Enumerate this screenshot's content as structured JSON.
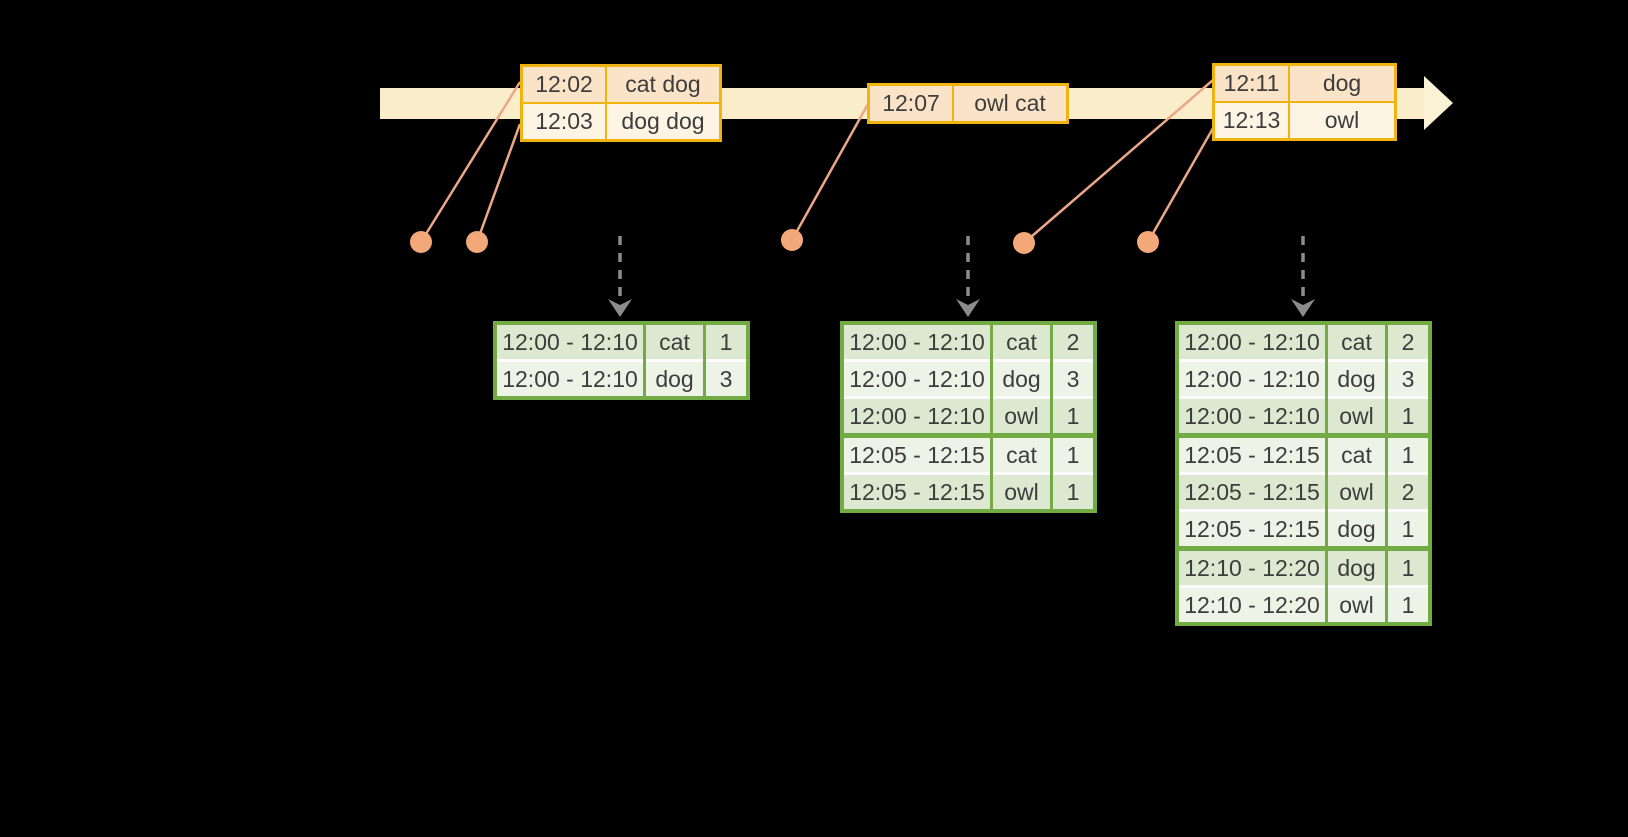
{
  "diagram": {
    "timeline": {
      "event_tables": [
        {
          "rows": [
            [
              "12:02",
              "cat dog"
            ],
            [
              "12:03",
              "dog dog"
            ]
          ]
        },
        {
          "rows": [
            [
              "12:07",
              "owl cat"
            ]
          ]
        },
        {
          "rows": [
            [
              "12:11",
              "dog"
            ],
            [
              "12:13",
              "owl"
            ]
          ]
        }
      ]
    },
    "result_tables": [
      {
        "rows": [
          [
            "12:00 - 12:10",
            "cat",
            "1"
          ],
          [
            "12:00 - 12:10",
            "dog",
            "3"
          ]
        ],
        "group_sizes": [
          2
        ]
      },
      {
        "rows": [
          [
            "12:00 - 12:10",
            "cat",
            "2"
          ],
          [
            "12:00 - 12:10",
            "dog",
            "3"
          ],
          [
            "12:00 - 12:10",
            "owl",
            "1"
          ],
          [
            "12:05 - 12:15",
            "cat",
            "1"
          ],
          [
            "12:05 - 12:15",
            "owl",
            "1"
          ]
        ],
        "group_sizes": [
          3,
          2
        ]
      },
      {
        "rows": [
          [
            "12:00 - 12:10",
            "cat",
            "2"
          ],
          [
            "12:00 - 12:10",
            "dog",
            "3"
          ],
          [
            "12:00 - 12:10",
            "owl",
            "1"
          ],
          [
            "12:05 - 12:15",
            "cat",
            "1"
          ],
          [
            "12:05 - 12:15",
            "owl",
            "2"
          ],
          [
            "12:05 - 12:15",
            "dog",
            "1"
          ],
          [
            "12:10 - 12:20",
            "dog",
            "1"
          ],
          [
            "12:10 - 12:20",
            "owl",
            "1"
          ]
        ],
        "group_sizes": [
          3,
          3,
          2
        ]
      }
    ],
    "colors": {
      "background": "#000000",
      "text": "#3d3d3d",
      "timeline_band": "#faedca",
      "timeline_arrowhead": "#fcf3d6",
      "event_table_border": "#f0b310",
      "event_row_dark": "#fbe3c7",
      "event_row_light": "#fdf4e4",
      "result_table_border": "#72ab44",
      "result_row_dark": "#dce8d0",
      "result_row_light": "#eef3e7",
      "row_gap": "#fcfcfc",
      "dot": "#f2a878",
      "connector": "#eba888",
      "trigger_arrow": "#8c8c8c"
    }
  }
}
